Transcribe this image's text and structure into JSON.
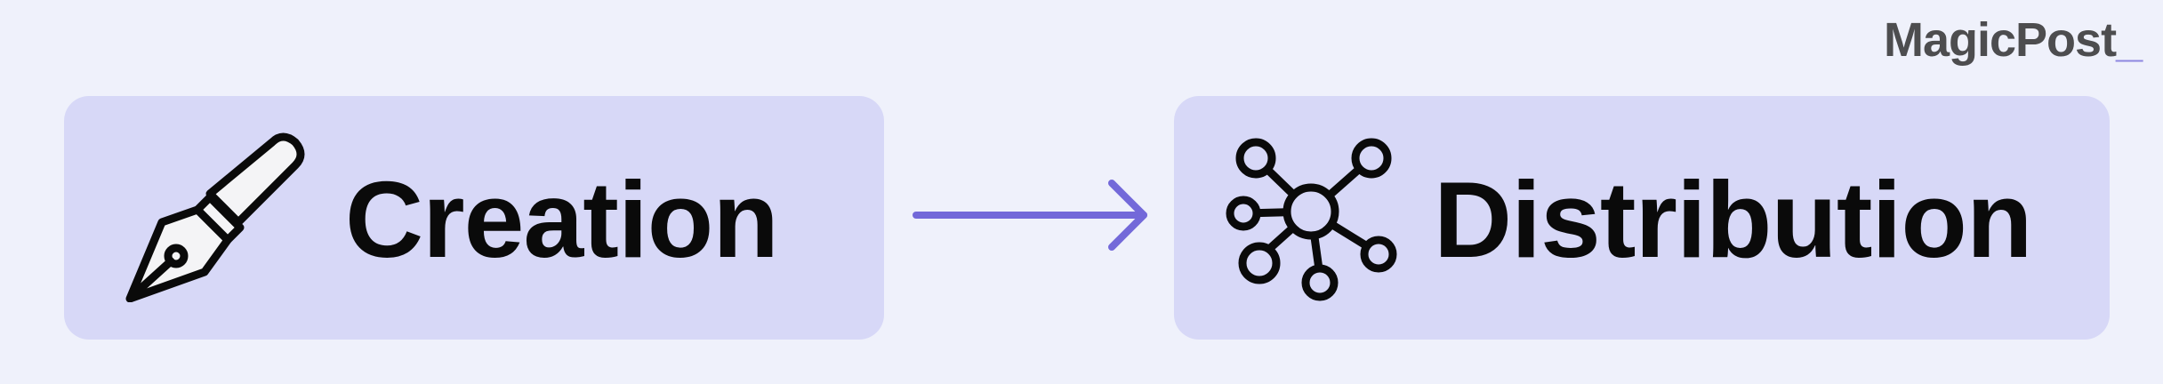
{
  "logo": {
    "text": "MagicPost",
    "cursor": "_"
  },
  "flow": {
    "steps": [
      {
        "label": "Creation",
        "icon": "fountain-pen-icon"
      },
      {
        "label": "Distribution",
        "icon": "network-hub-icon"
      }
    ],
    "connector": "arrow-right-icon"
  },
  "colors": {
    "background": "#eff1fb",
    "box": "#d7d8f7",
    "arrow": "#7369d9",
    "text": "#0a0a0a",
    "logo": "#4d4d4f",
    "cursor": "#8d86e0"
  }
}
